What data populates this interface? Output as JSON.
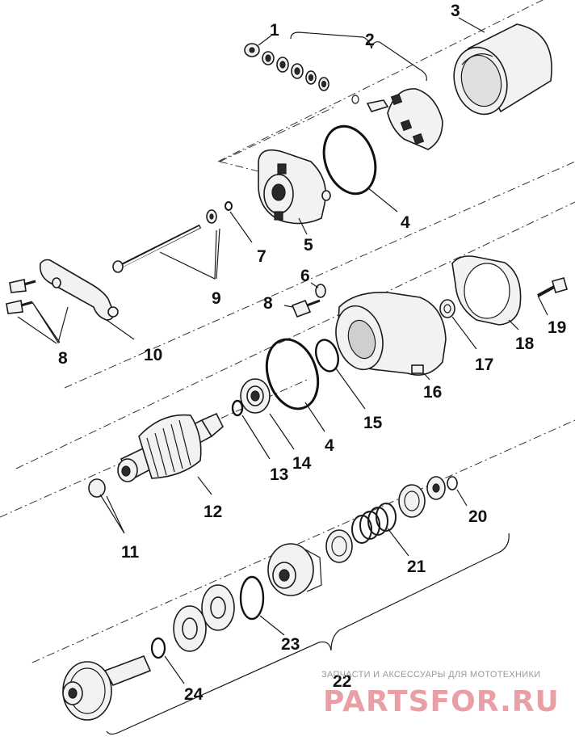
{
  "callouts": [
    {
      "id": "c1",
      "label": "1"
    },
    {
      "id": "c2",
      "label": "2"
    },
    {
      "id": "c3",
      "label": "3"
    },
    {
      "id": "c4a",
      "label": "4"
    },
    {
      "id": "c5",
      "label": "5"
    },
    {
      "id": "c6",
      "label": "6"
    },
    {
      "id": "c7",
      "label": "7"
    },
    {
      "id": "c8a",
      "label": "8"
    },
    {
      "id": "c8b",
      "label": "8"
    },
    {
      "id": "c9",
      "label": "9"
    },
    {
      "id": "c10",
      "label": "10"
    },
    {
      "id": "c11",
      "label": "11"
    },
    {
      "id": "c12",
      "label": "12"
    },
    {
      "id": "c13",
      "label": "13"
    },
    {
      "id": "c14",
      "label": "14"
    },
    {
      "id": "c4b",
      "label": "4"
    },
    {
      "id": "c15",
      "label": "15"
    },
    {
      "id": "c16",
      "label": "16"
    },
    {
      "id": "c17",
      "label": "17"
    },
    {
      "id": "c18",
      "label": "18"
    },
    {
      "id": "c19",
      "label": "19"
    },
    {
      "id": "c20",
      "label": "20"
    },
    {
      "id": "c21",
      "label": "21"
    },
    {
      "id": "c22",
      "label": "22"
    },
    {
      "id": "c23",
      "label": "23"
    },
    {
      "id": "c24",
      "label": "24"
    }
  ],
  "watermark": {
    "tagline": "ЗАПЧАСТИ И АКСЕССУАРЫ ДЛЯ МОТОТЕХНИКИ",
    "brand": "PARTSFOR.RU"
  }
}
